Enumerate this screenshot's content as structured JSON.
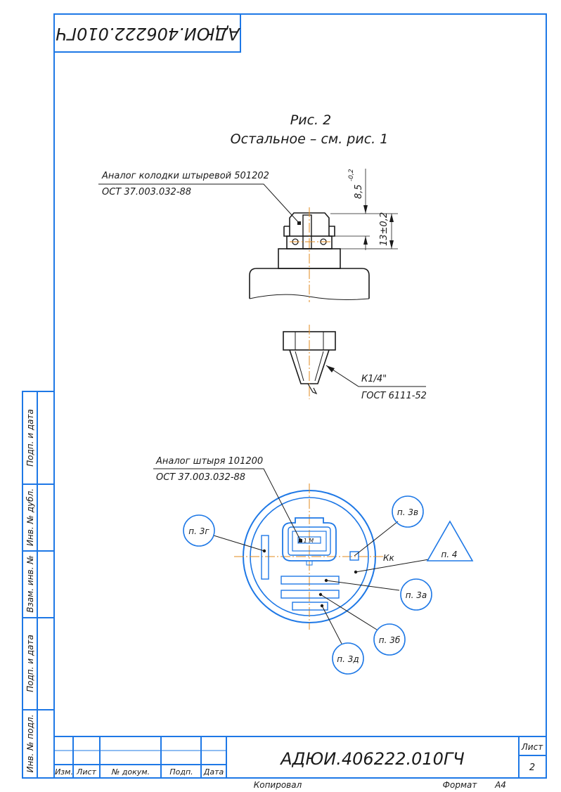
{
  "drawing": {
    "code": "АДЮИ.406222.010ГЧ",
    "code_mirrored": "АДЮИ.406222.010ГЧ",
    "sheet_label": "Лист",
    "sheet_number": "2",
    "copied_label": "Копировал",
    "format_label": "Формат",
    "format_value": "А4"
  },
  "notes": {
    "figure_caption": "Рис. 2",
    "figure_subcaption": "Остальное – см. рис. 1"
  },
  "callouts": {
    "connector_line1": "Аналог колодки штыревой 501202",
    "connector_line2": "ОСТ 37.003.032-88",
    "thread_line1": "К1/4\"",
    "thread_line2": "ГОСТ 6111-52",
    "pin_line1": "Аналог штыря 101200",
    "pin_line2": "ОСТ 37.003.032-88"
  },
  "dimensions": {
    "dim_height": "8,5",
    "dim_height_tol": "-0,2",
    "dim_pitch": "13±0,2"
  },
  "markers": {
    "p3g": "п. 3г",
    "p3v": "п. 3в",
    "p3a": "п. 3а",
    "p3b": "п. 3б",
    "p3d": "п. 3д",
    "p4": "п. 4",
    "kk": "Кк",
    "pin_labels": "2 1  М"
  },
  "side_stamp": {
    "podp_data_1": "Подп. и дата",
    "inv_dubl": "Инв. № дубл.",
    "vzam_inv": "Взам. инв. №",
    "podp_data_2": "Подп. и дата",
    "inv_podl": "Инв. № подл."
  },
  "title_block": {
    "izm": "Изм.",
    "list": "Лист",
    "n_dokum": "№ докум.",
    "podp": "Подп.",
    "data": "Дата"
  },
  "colors": {
    "frame": "#1e78e6",
    "ink": "#1a1a1a",
    "axis": "#e08a1e"
  }
}
